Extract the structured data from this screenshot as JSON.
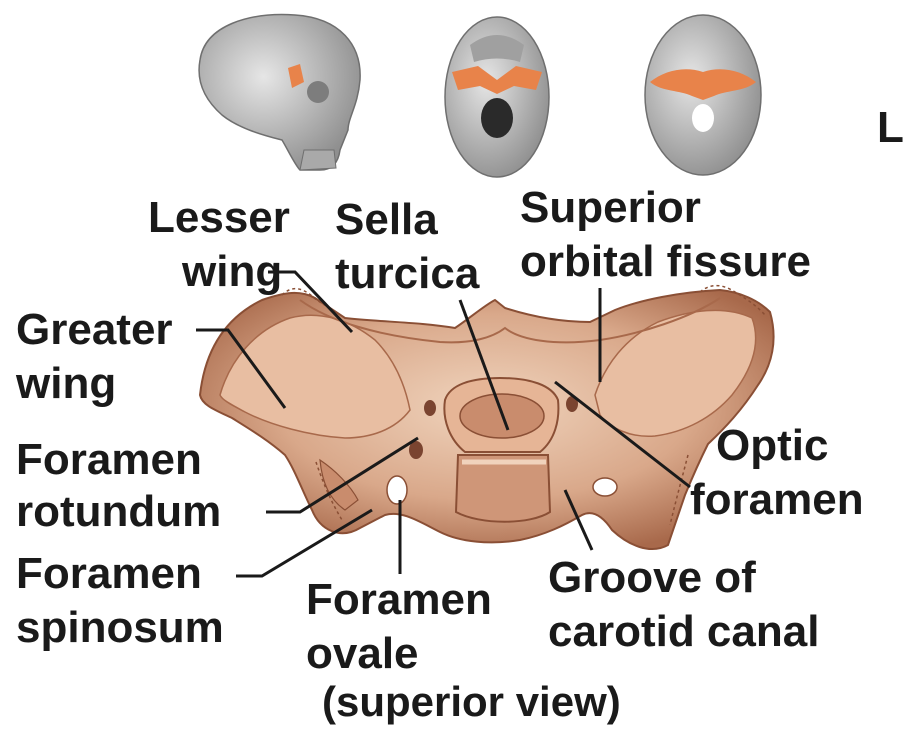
{
  "colors": {
    "bone": "#d9a88a",
    "bone_light": "#edcfb8",
    "bone_dark": "#9a5b3f",
    "highlight_orange": "#e8834a",
    "skull_gray": "#bdbdbd",
    "leader_line": "#1a1a1a"
  },
  "thumbnails": [
    {
      "name": "lateral-skull-thumbnail"
    },
    {
      "name": "inferior-skull-thumbnail"
    },
    {
      "name": "superior-cranial-floor-thumbnail"
    }
  ],
  "edge_letter": "L",
  "labels": {
    "lesser_wing": [
      "Lesser",
      "wing"
    ],
    "sella_turcica": [
      "Sella",
      "turcica"
    ],
    "superior_orbital_fissure": [
      "Superior",
      "orbital fissure"
    ],
    "greater_wing": [
      "Greater",
      "wing"
    ],
    "foramen_rotundum": [
      "Foramen",
      "rotundum"
    ],
    "foramen_spinosum": [
      "Foramen",
      "spinosum"
    ],
    "foramen_ovale": [
      "Foramen",
      "ovale"
    ],
    "optic_foramen": [
      "Optic",
      "foramen"
    ],
    "groove_carotid_canal": [
      "Groove of",
      "carotid canal"
    ]
  },
  "caption": "(superior view)"
}
